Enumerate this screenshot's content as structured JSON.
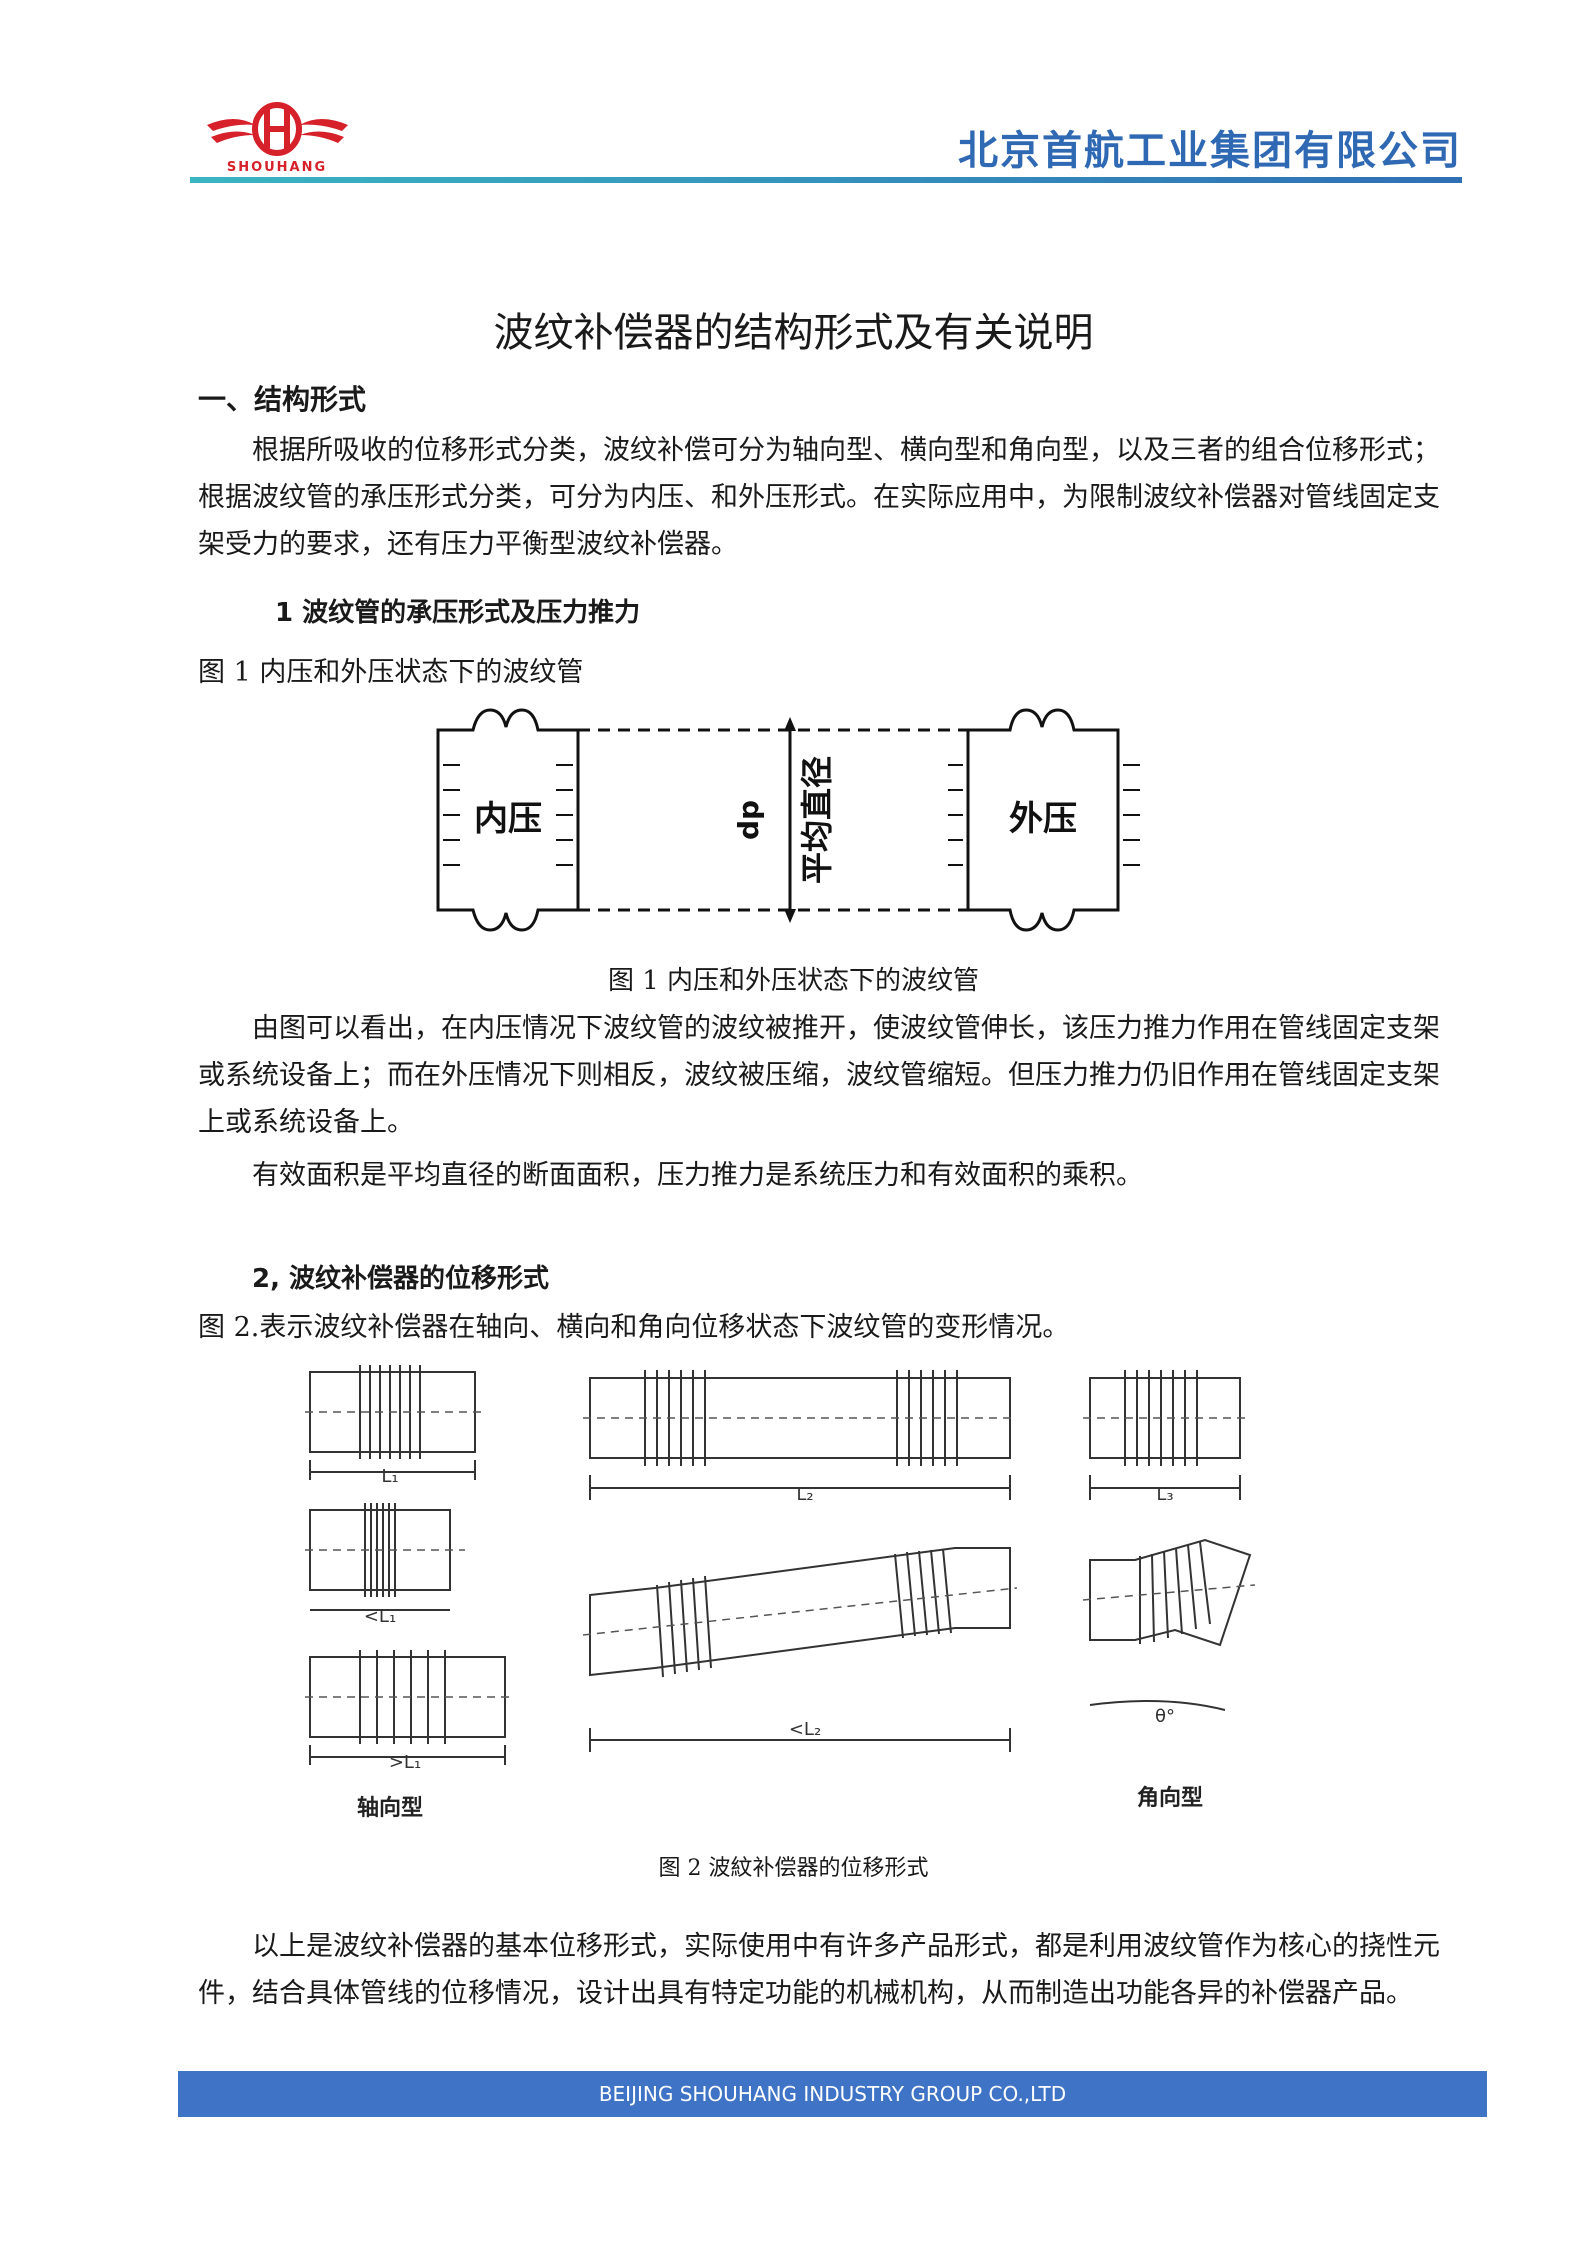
{
  "header": {
    "logo_text": "SHOUHANG",
    "company_name": "北京首航工业集团有限公司"
  },
  "title": "波纹补偿器的结构形式及有关说明",
  "section1": {
    "heading": "一、结构形式",
    "intro": "根据所吸收的位移形式分类，波纹补偿可分为轴向型、横向型和角向型，以及三者的组合位移形式；根据波纹管的承压形式分类，可分为内压、和外压形式。在实际应用中，为限制波纹补偿器对管线固定支架受力的要求，还有压力平衡型波纹补偿器。",
    "sub1": {
      "heading": "1 波纹管的承压形式及压力推力",
      "fig_label": "图 1 内压和外压状态下的波纹管",
      "figure": {
        "inner_label": "内压",
        "outer_label": "外压",
        "dp_label": "dp",
        "mean_diameter_label": "平均直径"
      },
      "fig_caption": "图 1 内压和外压状态下的波纹管",
      "para1": "由图可以看出，在内压情况下波纹管的波纹被推开，使波纹管伸长，该压力推力作用在管线固定支架或系统设备上；而在外压情况下则相反，波纹被压缩，波纹管缩短。但压力推力仍旧作用在管线固定支架上或系统设备上。",
      "para2": "有效面积是平均直径的断面面积，压力推力是系统压力和有效面积的乘积。"
    },
    "sub2": {
      "heading": "2, 波纹补偿器的位移形式",
      "fig_label": "图 2.表示波纹补偿器在轴向、横向和角向位移状态下波纹管的变形情况。",
      "figure": {
        "l1": "L₁",
        "l1_less": "<L₁",
        "l1_more": ">L₁",
        "l2": "L₂",
        "l2_less": "<L₂",
        "l3": "L₃",
        "theta": "θ°",
        "axial_label": "轴向型",
        "angular_label": "角向型"
      },
      "fig_caption": "图 2 波紋补偿器的位移形式"
    },
    "closing": "以上是波纹补偿器的基本位移形式，实际使用中有许多产品形式，都是利用波纹管作为核心的挠性元件，结合具体管线的位移情况，设计出具有特定功能的机械机构，从而制造出功能各异的补偿器产品。"
  },
  "footer": {
    "text": "BEIJING SHOUHANG INDUSTRY GROUP CO.,LTD"
  },
  "colors": {
    "brand_blue": "#2f69b3",
    "logo_red": "#d6202a",
    "footer_blue": "#3f73c6"
  }
}
